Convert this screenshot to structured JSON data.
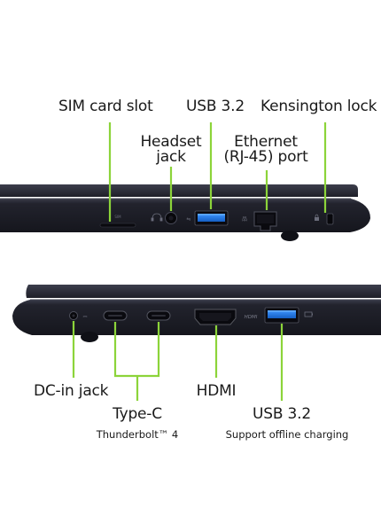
{
  "colors": {
    "callout_line": "#8cd43a",
    "laptop_body": "#1c1d26",
    "laptop_edge": "#2c2e3a",
    "usb_blue": "#1f78e8"
  },
  "top_view": {
    "labels": {
      "sim_card_slot": "SIM card slot",
      "usb32": "USB 3.2",
      "kensington_lock": "Kensington lock",
      "headset_jack_line1": "Headset",
      "headset_jack_line2": "jack",
      "ethernet_line1": "Ethernet",
      "ethernet_line2": "(RJ-45) port"
    },
    "port_glyphs": {
      "sim": "SIM"
    }
  },
  "bottom_view": {
    "labels": {
      "dc_in_jack": "DC-in jack",
      "type_c": "Type-C",
      "type_c_sub": "Thunderbolt™ 4",
      "hdmi": "HDMI",
      "usb32": "USB 3.2",
      "usb32_sub": "Support offline charging"
    },
    "port_glyphs": {
      "hdmi": "HDMI"
    }
  }
}
